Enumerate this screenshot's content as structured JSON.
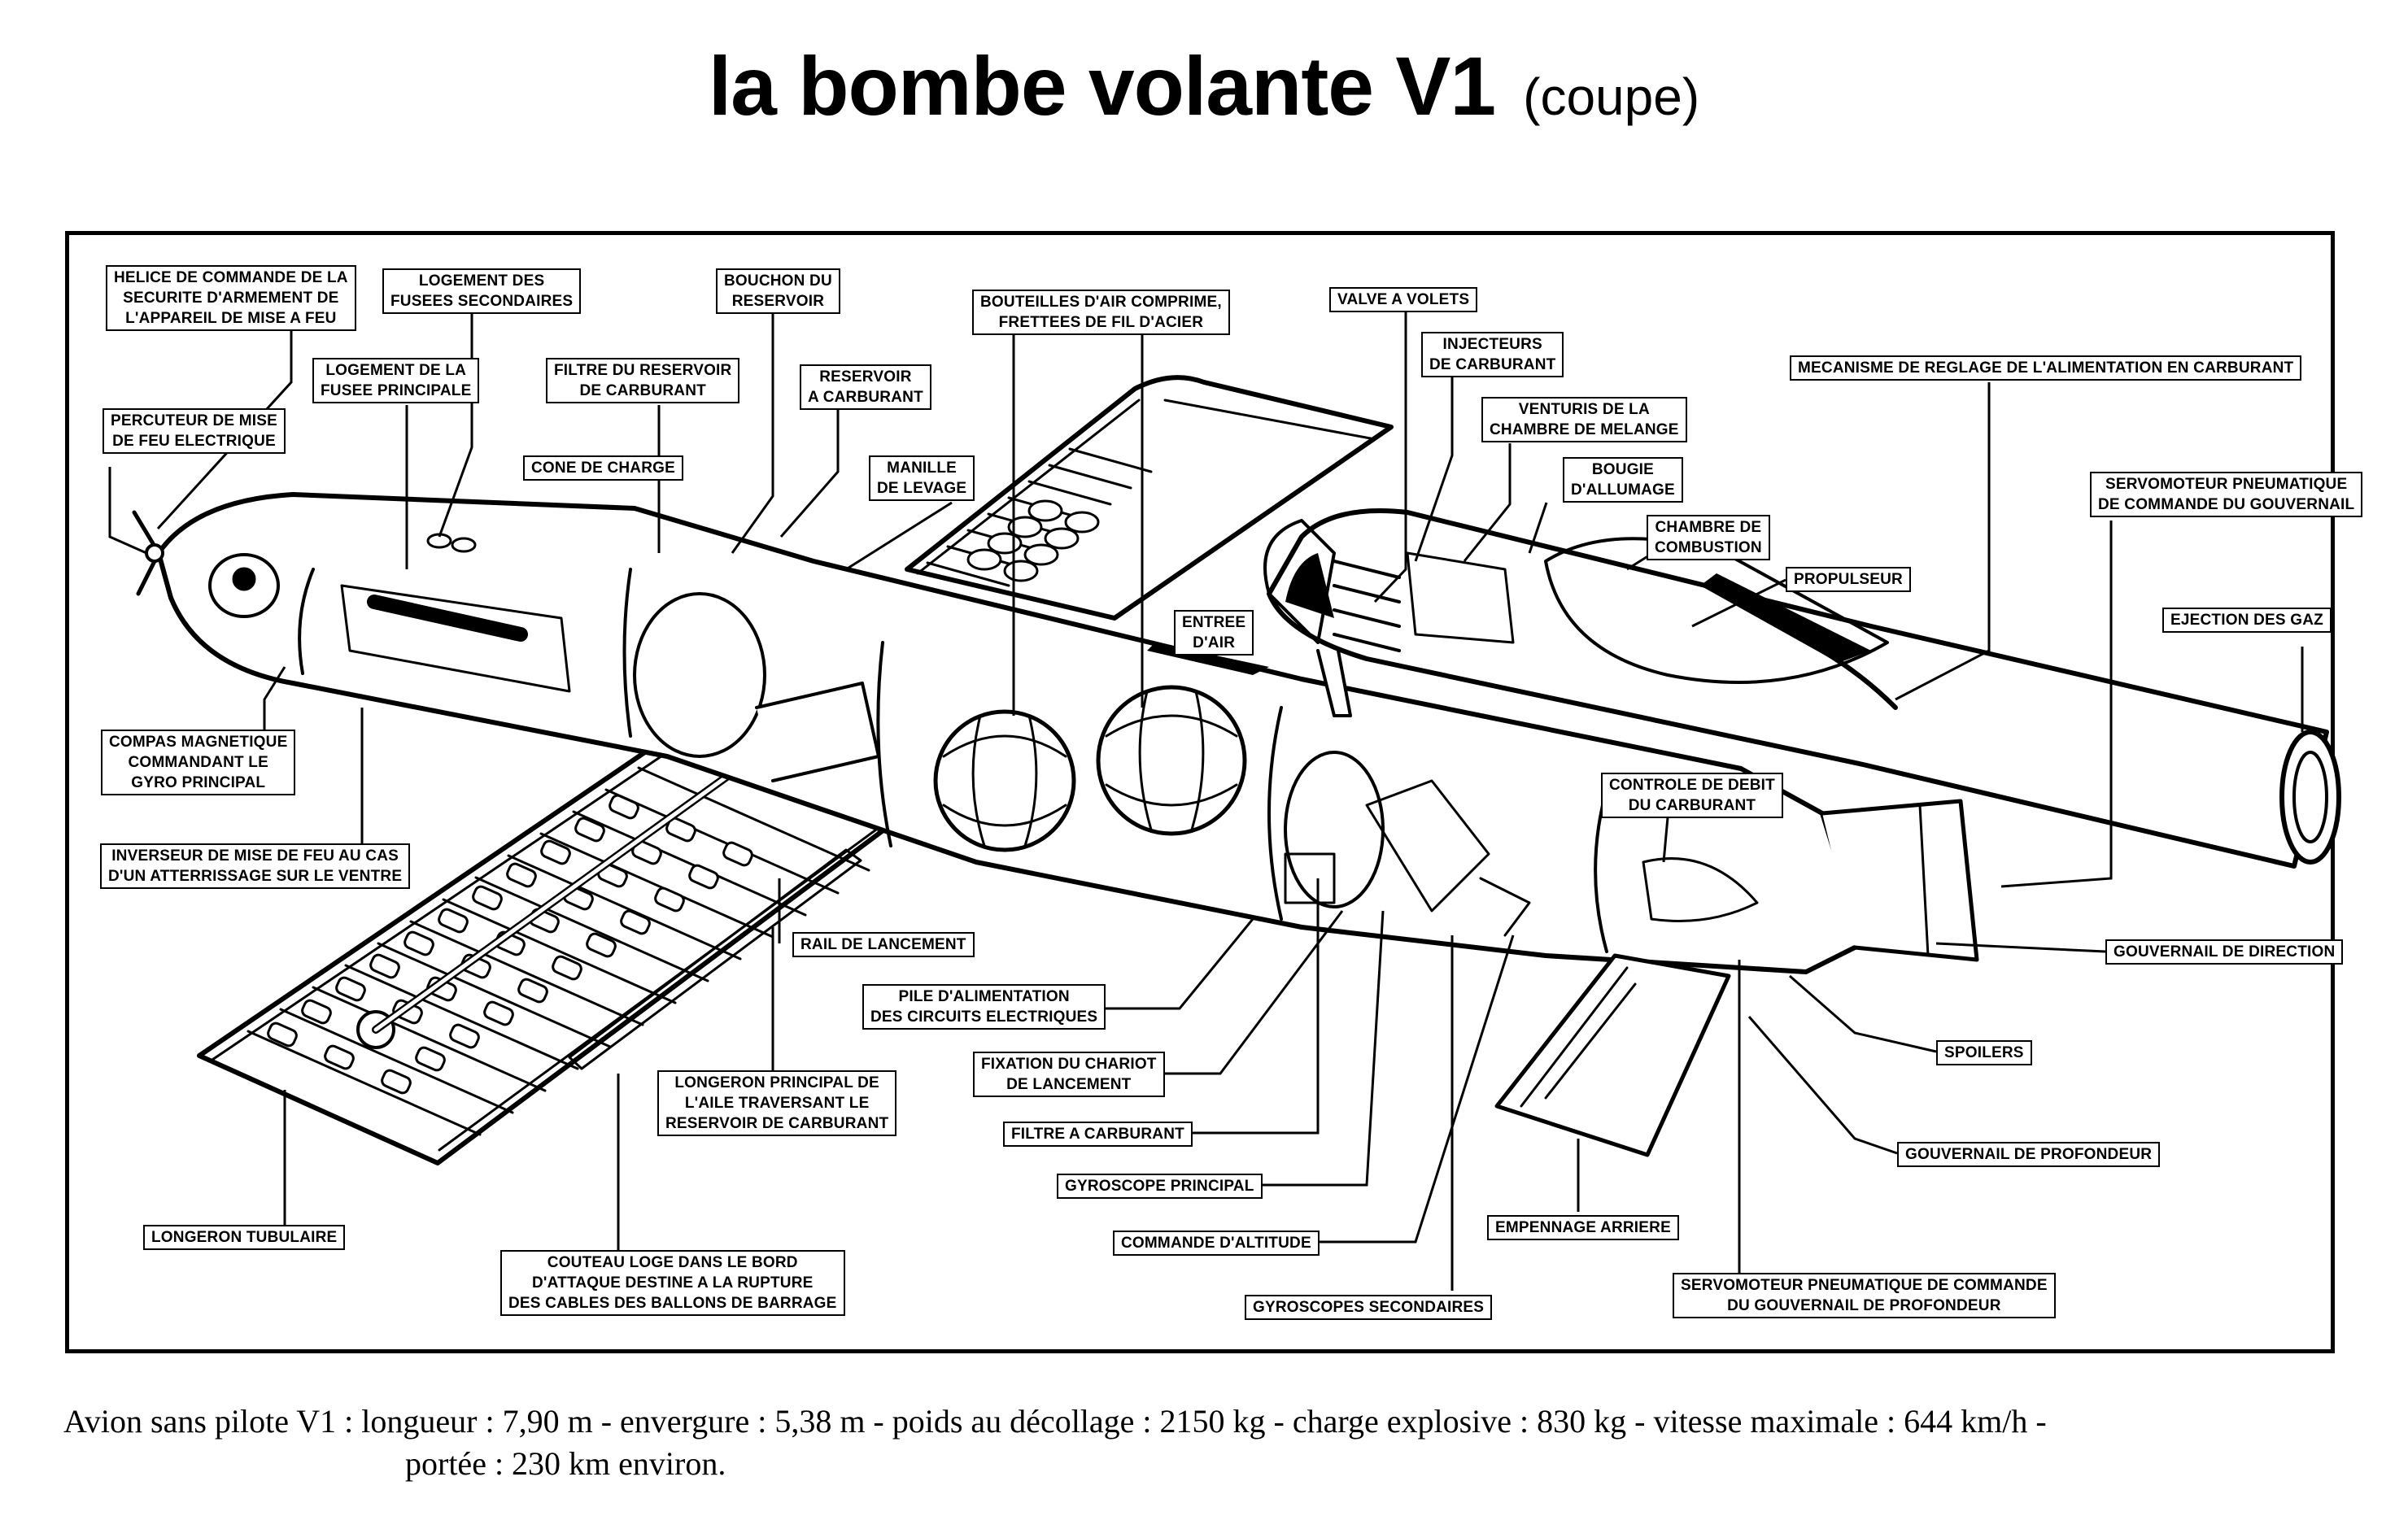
{
  "title": {
    "main": "la bombe volante V1",
    "sub": "(coupe)"
  },
  "labels": {
    "helice": "HELICE DE COMMANDE DE LA\nSECURITE D'ARMEMENT DE\nL'APPAREIL DE MISE A FEU",
    "logement_fusees_sec": "LOGEMENT DES\nFUSEES SECONDAIRES",
    "bouchon": "BOUCHON DU\nRESERVOIR",
    "bouteilles": "BOUTEILLES D'AIR COMPRIME,\nFRETTEES DE FIL D'ACIER",
    "valve": "VALVE A VOLETS",
    "injecteurs": "INJECTEURS\nDE CARBURANT",
    "venturis": "VENTURIS DE LA\nCHAMBRE DE MELANGE",
    "mecanisme": "MECANISME DE REGLAGE DE L'ALIMENTATION EN CARBURANT",
    "logement_fusee_princ": "LOGEMENT DE LA\nFUSEE PRINCIPALE",
    "filtre_reservoir": "FILTRE DU RESERVOIR\nDE CARBURANT",
    "reservoir": "RESERVOIR\nA CARBURANT",
    "percuteur": "PERCUTEUR DE MISE\nDE FEU ELECTRIQUE",
    "cone": "CONE DE CHARGE",
    "manille": "MANILLE\nDE LEVAGE",
    "bougie": "BOUGIE\nD'ALLUMAGE",
    "servo_gouvernail": "SERVOMOTEUR PNEUMATIQUE\nDE COMMANDE DU GOUVERNAIL",
    "chambre": "CHAMBRE DE\nCOMBUSTION",
    "propulseur": "PROPULSEUR",
    "entree_air": "ENTREE\nD'AIR",
    "ejection": "EJECTION DES GAZ",
    "compas": "COMPAS MAGNETIQUE\nCOMMANDANT LE\nGYRO PRINCIPAL",
    "controle": "CONTROLE DE DEBIT\nDU CARBURANT",
    "inverseur": "INVERSEUR DE MISE DE FEU AU CAS\nD'UN ATTERRISSAGE SUR LE VENTRE",
    "rail": "RAIL DE LANCEMENT",
    "gouvernail_dir": "GOUVERNAIL DE DIRECTION",
    "pile": "PILE D'ALIMENTATION\nDES CIRCUITS ELECTRIQUES",
    "spoilers": "SPOILERS",
    "fixation": "FIXATION DU CHARIOT\nDE LANCEMENT",
    "longeron_principal": "LONGERON PRINCIPAL DE\nL'AILE TRAVERSANT LE\nRESERVOIR DE CARBURANT",
    "filtre_carburant": "FILTRE A CARBURANT",
    "gouvernail_prof": "GOUVERNAIL DE PROFONDEUR",
    "gyroscope": "GYROSCOPE PRINCIPAL",
    "empennage": "EMPENNAGE ARRIERE",
    "longeron_tub": "LONGERON TUBULAIRE",
    "commande_alt": "COMMANDE D'ALTITUDE",
    "couteau": "COUTEAU LOGE DANS LE BORD\nD'ATTAQUE DESTINE A LA RUPTURE\nDES CABLES DES BALLONS DE BARRAGE",
    "servo_profondeur": "SERVOMOTEUR PNEUMATIQUE DE COMMANDE\nDU GOUVERNAIL DE PROFONDEUR",
    "gyroscopes_sec": "GYROSCOPES SECONDAIRES"
  },
  "caption": {
    "line1": "Avion sans pilote V1 : longueur : 7,90 m - envergure : 5,38 m - poids au décollage : 2150 kg - charge explosive : 830 kg - vitesse maximale : 644 km/h  -",
    "line2": "portée : 230 km environ."
  }
}
